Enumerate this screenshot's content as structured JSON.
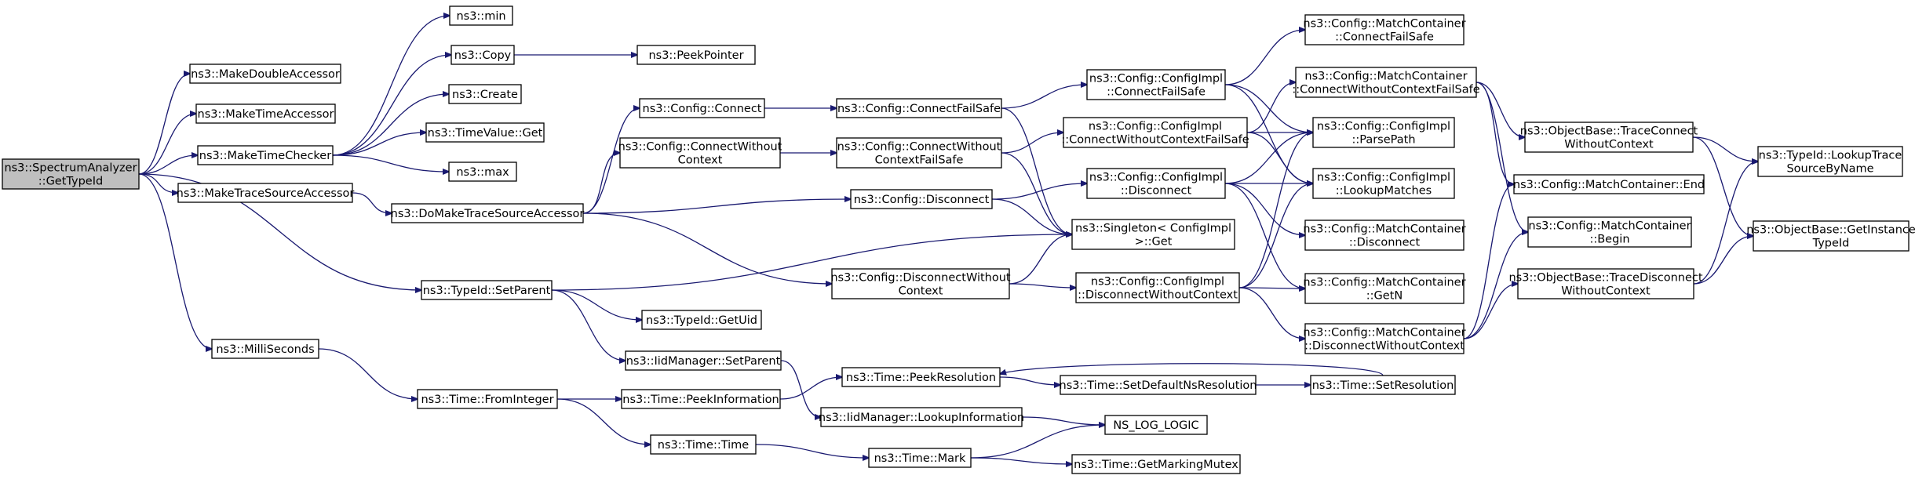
{
  "nodes": [
    {
      "id": "root",
      "lines": [
        "ns3::SpectrumAnalyzer",
        "::GetTypeId"
      ],
      "root": true
    },
    {
      "id": "makeDouble",
      "lines": [
        "ns3::MakeDoubleAccessor"
      ]
    },
    {
      "id": "makeTimeAcc",
      "lines": [
        "ns3::MakeTimeAccessor"
      ]
    },
    {
      "id": "makeTimeChecker",
      "lines": [
        "ns3::MakeTimeChecker"
      ]
    },
    {
      "id": "makeTraceSrc",
      "lines": [
        "ns3::MakeTraceSourceAccessor"
      ]
    },
    {
      "id": "milliSeconds",
      "lines": [
        "ns3::MilliSeconds"
      ]
    },
    {
      "id": "min",
      "lines": [
        "ns3::min"
      ]
    },
    {
      "id": "copy",
      "lines": [
        "ns3::Copy"
      ]
    },
    {
      "id": "create",
      "lines": [
        "ns3::Create"
      ]
    },
    {
      "id": "timeValueGet",
      "lines": [
        "ns3::TimeValue::Get"
      ]
    },
    {
      "id": "max",
      "lines": [
        "ns3::max"
      ]
    },
    {
      "id": "peekPointer",
      "lines": [
        "ns3::PeekPointer"
      ]
    },
    {
      "id": "doMakeTrace",
      "lines": [
        "ns3::DoMakeTraceSourceAccessor"
      ]
    },
    {
      "id": "typeIdSetParent",
      "lines": [
        "ns3::TypeId::SetParent"
      ]
    },
    {
      "id": "timeFromInteger",
      "lines": [
        "ns3::Time::FromInteger"
      ]
    },
    {
      "id": "cfgConnect",
      "lines": [
        "ns3::Config::Connect"
      ]
    },
    {
      "id": "cfgConnectWithout",
      "lines": [
        "ns3::Config::ConnectWithout",
        "Context"
      ]
    },
    {
      "id": "getUid",
      "lines": [
        "ns3::TypeId::GetUid"
      ]
    },
    {
      "id": "iidSetParent",
      "lines": [
        "ns3::IidManager::SetParent"
      ]
    },
    {
      "id": "peekInformation",
      "lines": [
        "ns3::Time::PeekInformation"
      ]
    },
    {
      "id": "timeTime",
      "lines": [
        "ns3::Time::Time"
      ]
    },
    {
      "id": "cfgConnectFailSafe",
      "lines": [
        "ns3::Config::ConnectFailSafe"
      ]
    },
    {
      "id": "cfgConnectWithoutFS",
      "lines": [
        "ns3::Config::ConnectWithout",
        "ContextFailSafe"
      ]
    },
    {
      "id": "cfgDisconnect",
      "lines": [
        "ns3::Config::Disconnect"
      ]
    },
    {
      "id": "cfgDisconnectWithout",
      "lines": [
        "ns3::Config::DisconnectWithout",
        "Context"
      ]
    },
    {
      "id": "lookupInformation",
      "lines": [
        "ns3::IidManager::LookupInformation"
      ]
    },
    {
      "id": "peekResolution",
      "lines": [
        "ns3::Time::PeekResolution"
      ]
    },
    {
      "id": "timeMark",
      "lines": [
        "ns3::Time::Mark"
      ]
    },
    {
      "id": "implConnectFailSafe",
      "lines": [
        "ns3::Config::ConfigImpl",
        "::ConnectFailSafe"
      ]
    },
    {
      "id": "implConnectWithoutFS",
      "lines": [
        "ns3::Config::ConfigImpl",
        "::ConnectWithoutContextFailSafe"
      ]
    },
    {
      "id": "implDisconnect",
      "lines": [
        "ns3::Config::ConfigImpl",
        "::Disconnect"
      ]
    },
    {
      "id": "singletonGet",
      "lines": [
        "ns3::Singleton< ConfigImpl",
        " >::Get"
      ]
    },
    {
      "id": "implDisconnectWithout",
      "lines": [
        "ns3::Config::ConfigImpl",
        "::DisconnectWithoutContext"
      ]
    },
    {
      "id": "setDefaultNsRes",
      "lines": [
        "ns3::Time::SetDefaultNsResolution"
      ]
    },
    {
      "id": "nsLogLogic",
      "lines": [
        "NS_LOG_LOGIC"
      ]
    },
    {
      "id": "getMarkingMutex",
      "lines": [
        "ns3::Time::GetMarkingMutex"
      ]
    },
    {
      "id": "mcConnectFailSafe",
      "lines": [
        "ns3::Config::MatchContainer",
        "::ConnectFailSafe"
      ]
    },
    {
      "id": "mcConnectWithoutFS",
      "lines": [
        "ns3::Config::MatchContainer",
        "::ConnectWithoutContextFailSafe"
      ]
    },
    {
      "id": "parsePath",
      "lines": [
        "ns3::Config::ConfigImpl",
        "::ParsePath"
      ]
    },
    {
      "id": "lookupMatches",
      "lines": [
        "ns3::Config::ConfigImpl",
        "::LookupMatches"
      ]
    },
    {
      "id": "mcDisconnect",
      "lines": [
        "ns3::Config::MatchContainer",
        "::Disconnect"
      ]
    },
    {
      "id": "mcGetN",
      "lines": [
        "ns3::Config::MatchContainer",
        "::GetN"
      ]
    },
    {
      "id": "mcDisconnectWithout",
      "lines": [
        "ns3::Config::MatchContainer",
        "::DisconnectWithoutContext"
      ]
    },
    {
      "id": "setResolution",
      "lines": [
        "ns3::Time::SetResolution"
      ]
    },
    {
      "id": "obTraceConnectWithout",
      "lines": [
        "ns3::ObjectBase::TraceConnect",
        "WithoutContext"
      ]
    },
    {
      "id": "mcEnd",
      "lines": [
        "ns3::Config::MatchContainer::End"
      ]
    },
    {
      "id": "mcBegin",
      "lines": [
        "ns3::Config::MatchContainer",
        "::Begin"
      ]
    },
    {
      "id": "obTraceDisconnectWithout",
      "lines": [
        "ns3::ObjectBase::TraceDisconnect",
        "WithoutContext"
      ]
    },
    {
      "id": "lookupTraceSource",
      "lines": [
        "ns3::TypeId::LookupTrace",
        "SourceByName"
      ]
    },
    {
      "id": "getInstanceTypeId",
      "lines": [
        "ns3::ObjectBase::GetInstance",
        "TypeId"
      ]
    }
  ],
  "edges": [
    [
      "root",
      "makeDouble"
    ],
    [
      "root",
      "makeTimeAcc"
    ],
    [
      "root",
      "makeTimeChecker"
    ],
    [
      "root",
      "makeTraceSrc"
    ],
    [
      "root",
      "milliSeconds"
    ],
    [
      "root",
      "typeIdSetParent"
    ],
    [
      "makeTimeChecker",
      "min"
    ],
    [
      "makeTimeChecker",
      "copy"
    ],
    [
      "makeTimeChecker",
      "create"
    ],
    [
      "makeTimeChecker",
      "timeValueGet"
    ],
    [
      "makeTimeChecker",
      "max"
    ],
    [
      "copy",
      "peekPointer"
    ],
    [
      "makeTraceSrc",
      "doMakeTrace"
    ],
    [
      "doMakeTrace",
      "cfgConnect"
    ],
    [
      "doMakeTrace",
      "cfgConnectWithout"
    ],
    [
      "doMakeTrace",
      "cfgDisconnect"
    ],
    [
      "doMakeTrace",
      "cfgDisconnectWithout"
    ],
    [
      "cfgConnect",
      "cfgConnectFailSafe"
    ],
    [
      "cfgConnectWithout",
      "cfgConnectWithoutFS"
    ],
    [
      "cfgConnectFailSafe",
      "implConnectFailSafe"
    ],
    [
      "cfgConnectFailSafe",
      "singletonGet"
    ],
    [
      "cfgConnectWithoutFS",
      "implConnectWithoutFS"
    ],
    [
      "cfgConnectWithoutFS",
      "singletonGet"
    ],
    [
      "cfgDisconnect",
      "implDisconnect"
    ],
    [
      "cfgDisconnect",
      "singletonGet"
    ],
    [
      "cfgDisconnectWithout",
      "implDisconnectWithout"
    ],
    [
      "cfgDisconnectWithout",
      "singletonGet"
    ],
    [
      "typeIdSetParent",
      "singletonGet"
    ],
    [
      "typeIdSetParent",
      "getUid"
    ],
    [
      "typeIdSetParent",
      "iidSetParent"
    ],
    [
      "iidSetParent",
      "lookupInformation"
    ],
    [
      "lookupInformation",
      "nsLogLogic"
    ],
    [
      "milliSeconds",
      "timeFromInteger"
    ],
    [
      "timeFromInteger",
      "peekInformation"
    ],
    [
      "timeFromInteger",
      "timeTime"
    ],
    [
      "peekInformation",
      "peekResolution"
    ],
    [
      "peekResolution",
      "setDefaultNsRes"
    ],
    [
      "setDefaultNsRes",
      "setResolution"
    ],
    [
      "setResolution",
      "peekResolution"
    ],
    [
      "timeTime",
      "timeMark"
    ],
    [
      "timeMark",
      "nsLogLogic"
    ],
    [
      "timeMark",
      "getMarkingMutex"
    ],
    [
      "implConnectFailSafe",
      "mcConnectFailSafe"
    ],
    [
      "implConnectFailSafe",
      "parsePath"
    ],
    [
      "implConnectFailSafe",
      "lookupMatches"
    ],
    [
      "implConnectWithoutFS",
      "mcConnectWithoutFS"
    ],
    [
      "implConnectWithoutFS",
      "parsePath"
    ],
    [
      "implConnectWithoutFS",
      "lookupMatches"
    ],
    [
      "implDisconnect",
      "parsePath"
    ],
    [
      "implDisconnect",
      "lookupMatches"
    ],
    [
      "implDisconnect",
      "mcDisconnect"
    ],
    [
      "implDisconnect",
      "mcGetN"
    ],
    [
      "implDisconnectWithout",
      "parsePath"
    ],
    [
      "implDisconnectWithout",
      "lookupMatches"
    ],
    [
      "implDisconnectWithout",
      "mcGetN"
    ],
    [
      "implDisconnectWithout",
      "mcDisconnectWithout"
    ],
    [
      "mcConnectWithoutFS",
      "obTraceConnectWithout"
    ],
    [
      "mcConnectWithoutFS",
      "mcEnd"
    ],
    [
      "mcConnectWithoutFS",
      "mcBegin"
    ],
    [
      "mcDisconnectWithout",
      "obTraceDisconnectWithout"
    ],
    [
      "mcDisconnectWithout",
      "mcEnd"
    ],
    [
      "mcDisconnectWithout",
      "mcBegin"
    ],
    [
      "obTraceConnectWithout",
      "lookupTraceSource"
    ],
    [
      "obTraceConnectWithout",
      "getInstanceTypeId"
    ],
    [
      "obTraceDisconnectWithout",
      "lookupTraceSource"
    ],
    [
      "obTraceDisconnectWithout",
      "getInstanceTypeId"
    ]
  ]
}
